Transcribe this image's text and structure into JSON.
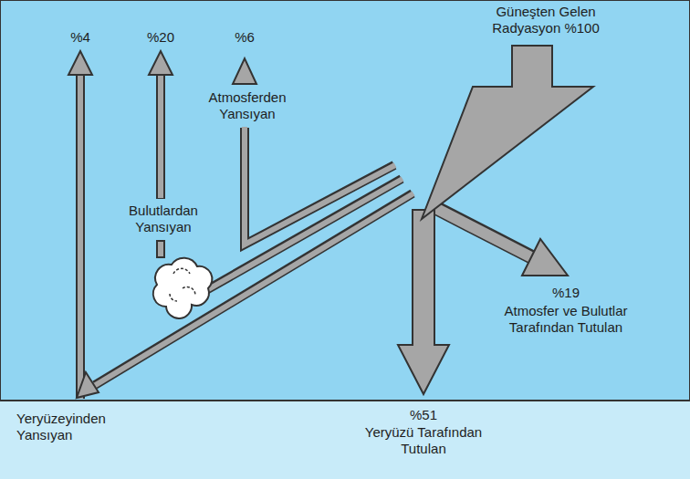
{
  "diagram": {
    "nodes": [
      {
        "text": [
          "Yeryüzeyinden Yansıyan",
          "%51",
          "Yeryüzü Tarafından Tutulan"
        ]
      }
    ],
    "labels": [
      "Güneşten Gelen Radyasyon %100",
      "%4",
      "%20",
      "%6",
      "Atmosferden Yansıyan",
      "Bulutlardan Yansıyan",
      "%19",
      "Atmosfer ve Bulutlar Tarafından Tutulan"
    ]
  }
}
